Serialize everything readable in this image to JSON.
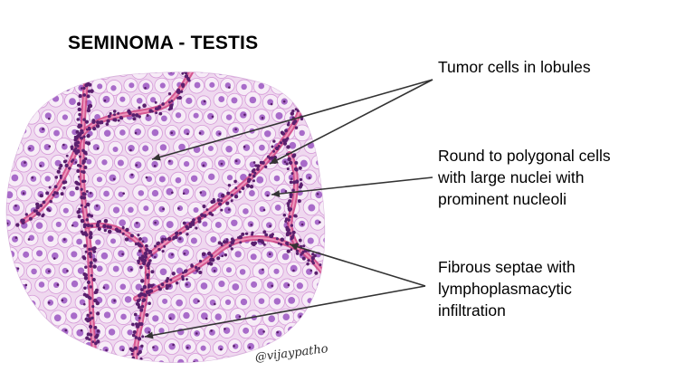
{
  "title": "SEMINOMA - TESTIS",
  "labels": [
    {
      "lines": [
        "Tumor cells in lobules"
      ]
    },
    {
      "lines": [
        "Round to polygonal cells",
        "with large nuclei with",
        "prominent nucleoli"
      ]
    },
    {
      "lines": [
        "Fibrous septae with",
        "lymphoplasmacytic",
        "infiltration"
      ]
    }
  ],
  "signature": "@vijaypatho",
  "colors": {
    "background": "#ffffff",
    "tissue_fill": "#efd8ef",
    "cell_membrane": "#d59ad8",
    "nucleus": "#a86bc9",
    "septum": "#d24a86",
    "lymphocyte": "#5a1f6e",
    "arrow": "#333333"
  }
}
